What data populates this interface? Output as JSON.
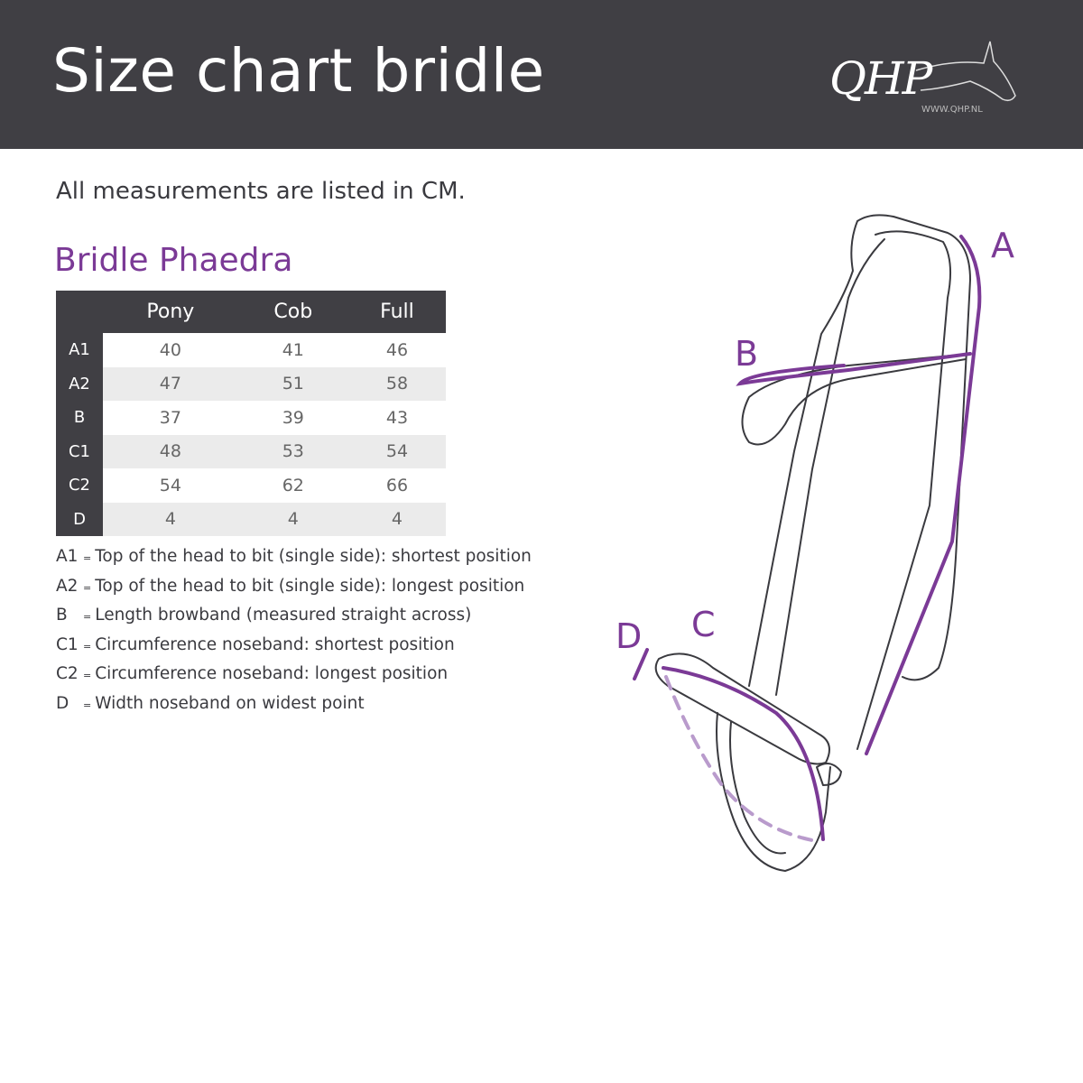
{
  "header": {
    "title": "Size chart bridle",
    "logo_text": "QHP",
    "logo_url": "WWW.QHP.NL"
  },
  "units_note": "All measurements are listed in CM.",
  "product_title": "Bridle Phaedra",
  "table": {
    "columns": [
      "Pony",
      "Cob",
      "Full"
    ],
    "rows": [
      {
        "label": "A1",
        "values": [
          "40",
          "41",
          "46"
        ]
      },
      {
        "label": "A2",
        "values": [
          "47",
          "51",
          "58"
        ]
      },
      {
        "label": "B",
        "values": [
          "37",
          "39",
          "43"
        ]
      },
      {
        "label": "C1",
        "values": [
          "48",
          "53",
          "54"
        ]
      },
      {
        "label": "C2",
        "values": [
          "54",
          "62",
          "66"
        ]
      },
      {
        "label": "D",
        "values": [
          "4",
          "4",
          "4"
        ]
      }
    ]
  },
  "legend": [
    {
      "key": "A1",
      "text": "Top of the head to bit (single side): shortest position"
    },
    {
      "key": "A2",
      "text": "Top of the head to bit (single side): longest position"
    },
    {
      "key": "B",
      "text": "Length browband (measured straight across)"
    },
    {
      "key": "C1",
      "text": "Circumference noseband: shortest position"
    },
    {
      "key": "C2",
      "text": "Circumference noseband: longest position"
    },
    {
      "key": "D",
      "text": "Width noseband on widest point"
    }
  ],
  "diagram_labels": {
    "a": "A",
    "b": "B",
    "c": "C",
    "d": "D"
  },
  "colors": {
    "accent": "#7b3a96",
    "header_bg": "#403f44"
  }
}
